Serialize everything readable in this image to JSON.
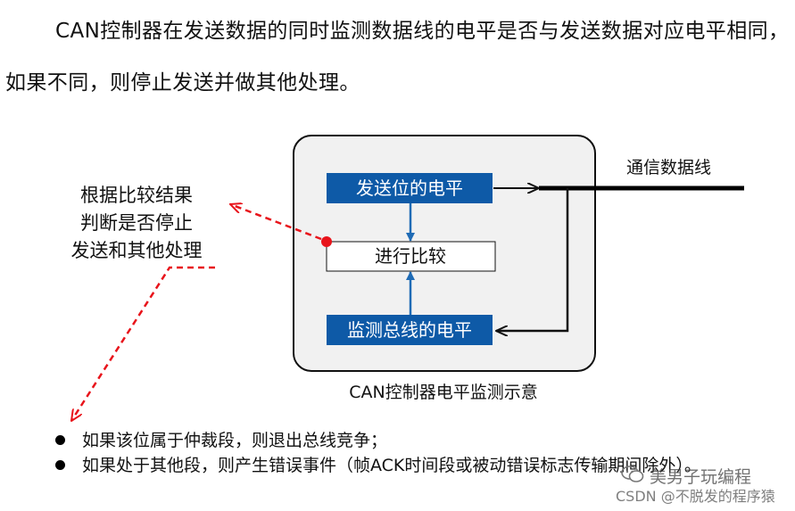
{
  "intro": "CAN控制器在发送数据的同时监测数据线的电平是否与发送数据对应电平相同，如果不同，则停止发送并做其他处理。",
  "diagram": {
    "send_level": "发送位的电平",
    "compare": "进行比较",
    "monitor_level": "监测总线的电平",
    "bus_line": "通信数据线",
    "caption": "CAN控制器电平监测示意",
    "decision": [
      "根据比较结果",
      "判断是否停止",
      "发送和其他处理"
    ],
    "colors": {
      "blue_box": "#0e5aa7",
      "arrow_blue": "#1f6bb5",
      "red": "#e8141b",
      "box_border": "#111111",
      "panel_fill": "#f1f1f1"
    }
  },
  "notes": [
    "如果该位属于仲裁段，则退出总线竞争；",
    "如果处于其他段，则产生错误事件（帧ACK时间段或被动错误标志传输期间除外）。"
  ],
  "watermark": {
    "line1": "美男子玩编程",
    "line2": "CSDN @不脱发的程序猿",
    "icon": "wechat-icon"
  }
}
